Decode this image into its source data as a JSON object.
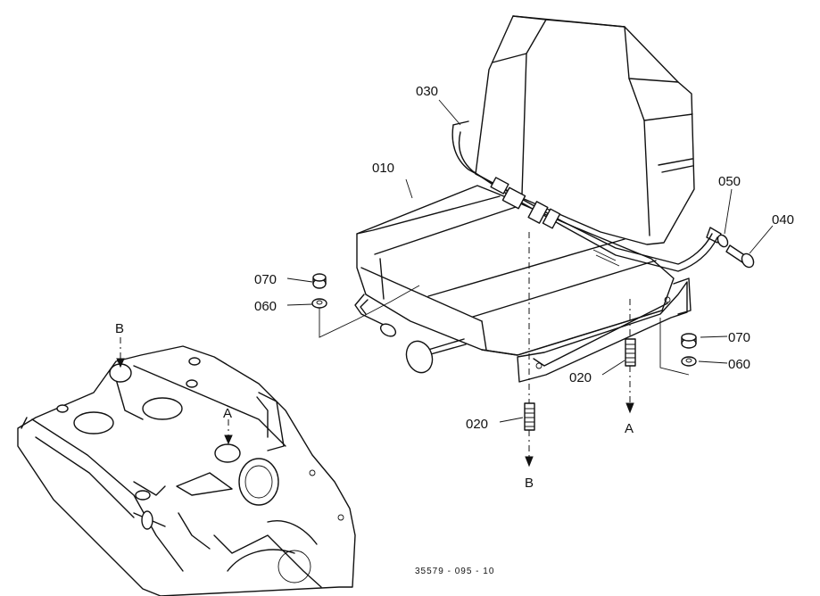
{
  "labels": {
    "seat": "010",
    "stud_a": "020",
    "stud_b": "020",
    "belt": "030",
    "bolt": "040",
    "washer_bolt": "050",
    "nut_left": "070",
    "washer_left": "060",
    "nut_right": "070",
    "washer_right": "060"
  },
  "view_markers": {
    "a_lower": "A",
    "b_lower": "B",
    "a_engine": "A",
    "b_engine": "B"
  },
  "figure_code": "35579 - 095 - 10"
}
